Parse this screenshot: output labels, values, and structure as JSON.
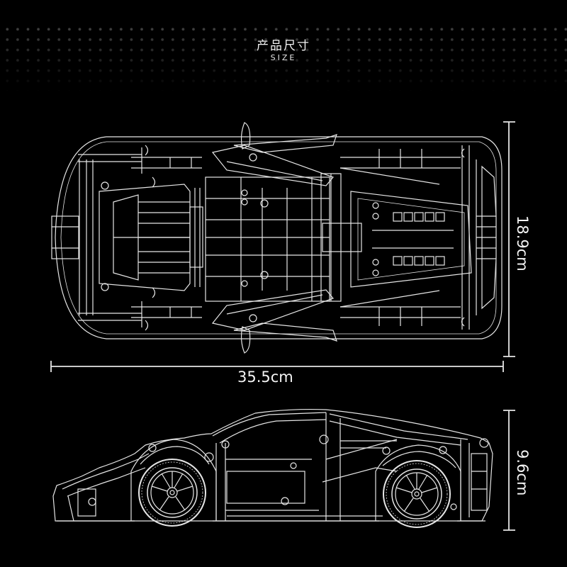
{
  "header": {
    "title": "产品尺寸",
    "subtitle": "SIZE"
  },
  "dimensions": {
    "length": "35.5cm",
    "width": "18.9cm",
    "height": "9.6cm"
  },
  "views": {
    "top_view": "car-top-view",
    "side_view": "car-side-view"
  },
  "colors": {
    "background": "#000000",
    "lines": "#e6e6e6",
    "text": "#f2f2f2"
  }
}
